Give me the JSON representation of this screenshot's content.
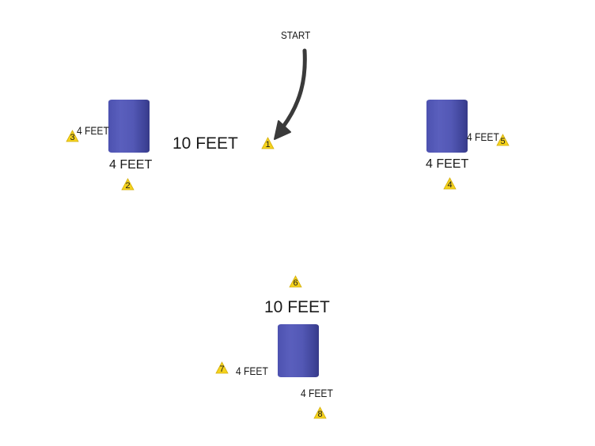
{
  "start_label": "START",
  "distance_labels": {
    "top_gap": "10 FEET",
    "bottom_gap": "10 FEET",
    "left_barrel_side": "4 FEET",
    "left_barrel_bottom": "4 FEET",
    "right_barrel_side": "4 FEET",
    "right_barrel_bottom": "4 FEET",
    "bottom_barrel_side": "4 FEET",
    "bottom_barrel_bottom": "4 FEET"
  },
  "cones": [
    "1",
    "2",
    "3",
    "4",
    "5",
    "6",
    "7",
    "8"
  ],
  "colors": {
    "barrel": "#5358b5",
    "cone": "#f5d21c",
    "arrow": "#3a3a3a"
  }
}
